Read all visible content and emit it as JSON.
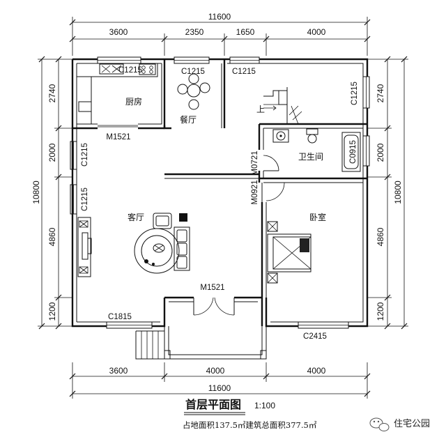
{
  "dimensions": {
    "overall_top": "11600",
    "overall_bottom": "11600",
    "overall_left": "10800",
    "overall_right": "10800",
    "top": [
      "3600",
      "2350",
      "1650",
      "4000"
    ],
    "bottom": [
      "3600",
      "4000",
      "4000"
    ],
    "left": [
      "2740",
      "2000",
      "4860",
      "1200"
    ],
    "right": [
      "2740",
      "2000",
      "4860",
      "1200"
    ]
  },
  "openings": {
    "kitchen_window": "C1215",
    "dining_window": "C1215",
    "stair_window_top": "C1215",
    "stair_window_right": "C1215",
    "kitchen_door": "M1521",
    "living_window_upper": "C1215",
    "living_window_lower": "C1215",
    "bath_door": "M0721",
    "bath_window": "C0915",
    "bedroom_door": "M0921",
    "entry_door": "M1521",
    "living_window_bottom": "C1815",
    "bedroom_window_bottom": "C2415"
  },
  "rooms": {
    "kitchen": "厨房",
    "dining": "餐厅",
    "bathroom": "卫生间",
    "living": "客厅",
    "bedroom": "卧室",
    "stair_up": "上"
  },
  "caption": {
    "title": "首层平面图",
    "scale": "1:100",
    "area": "占地面积137.5㎡建筑总面积377.5㎡"
  },
  "watermark": {
    "text": "住宅公园",
    "icon": "wechat-icon"
  }
}
